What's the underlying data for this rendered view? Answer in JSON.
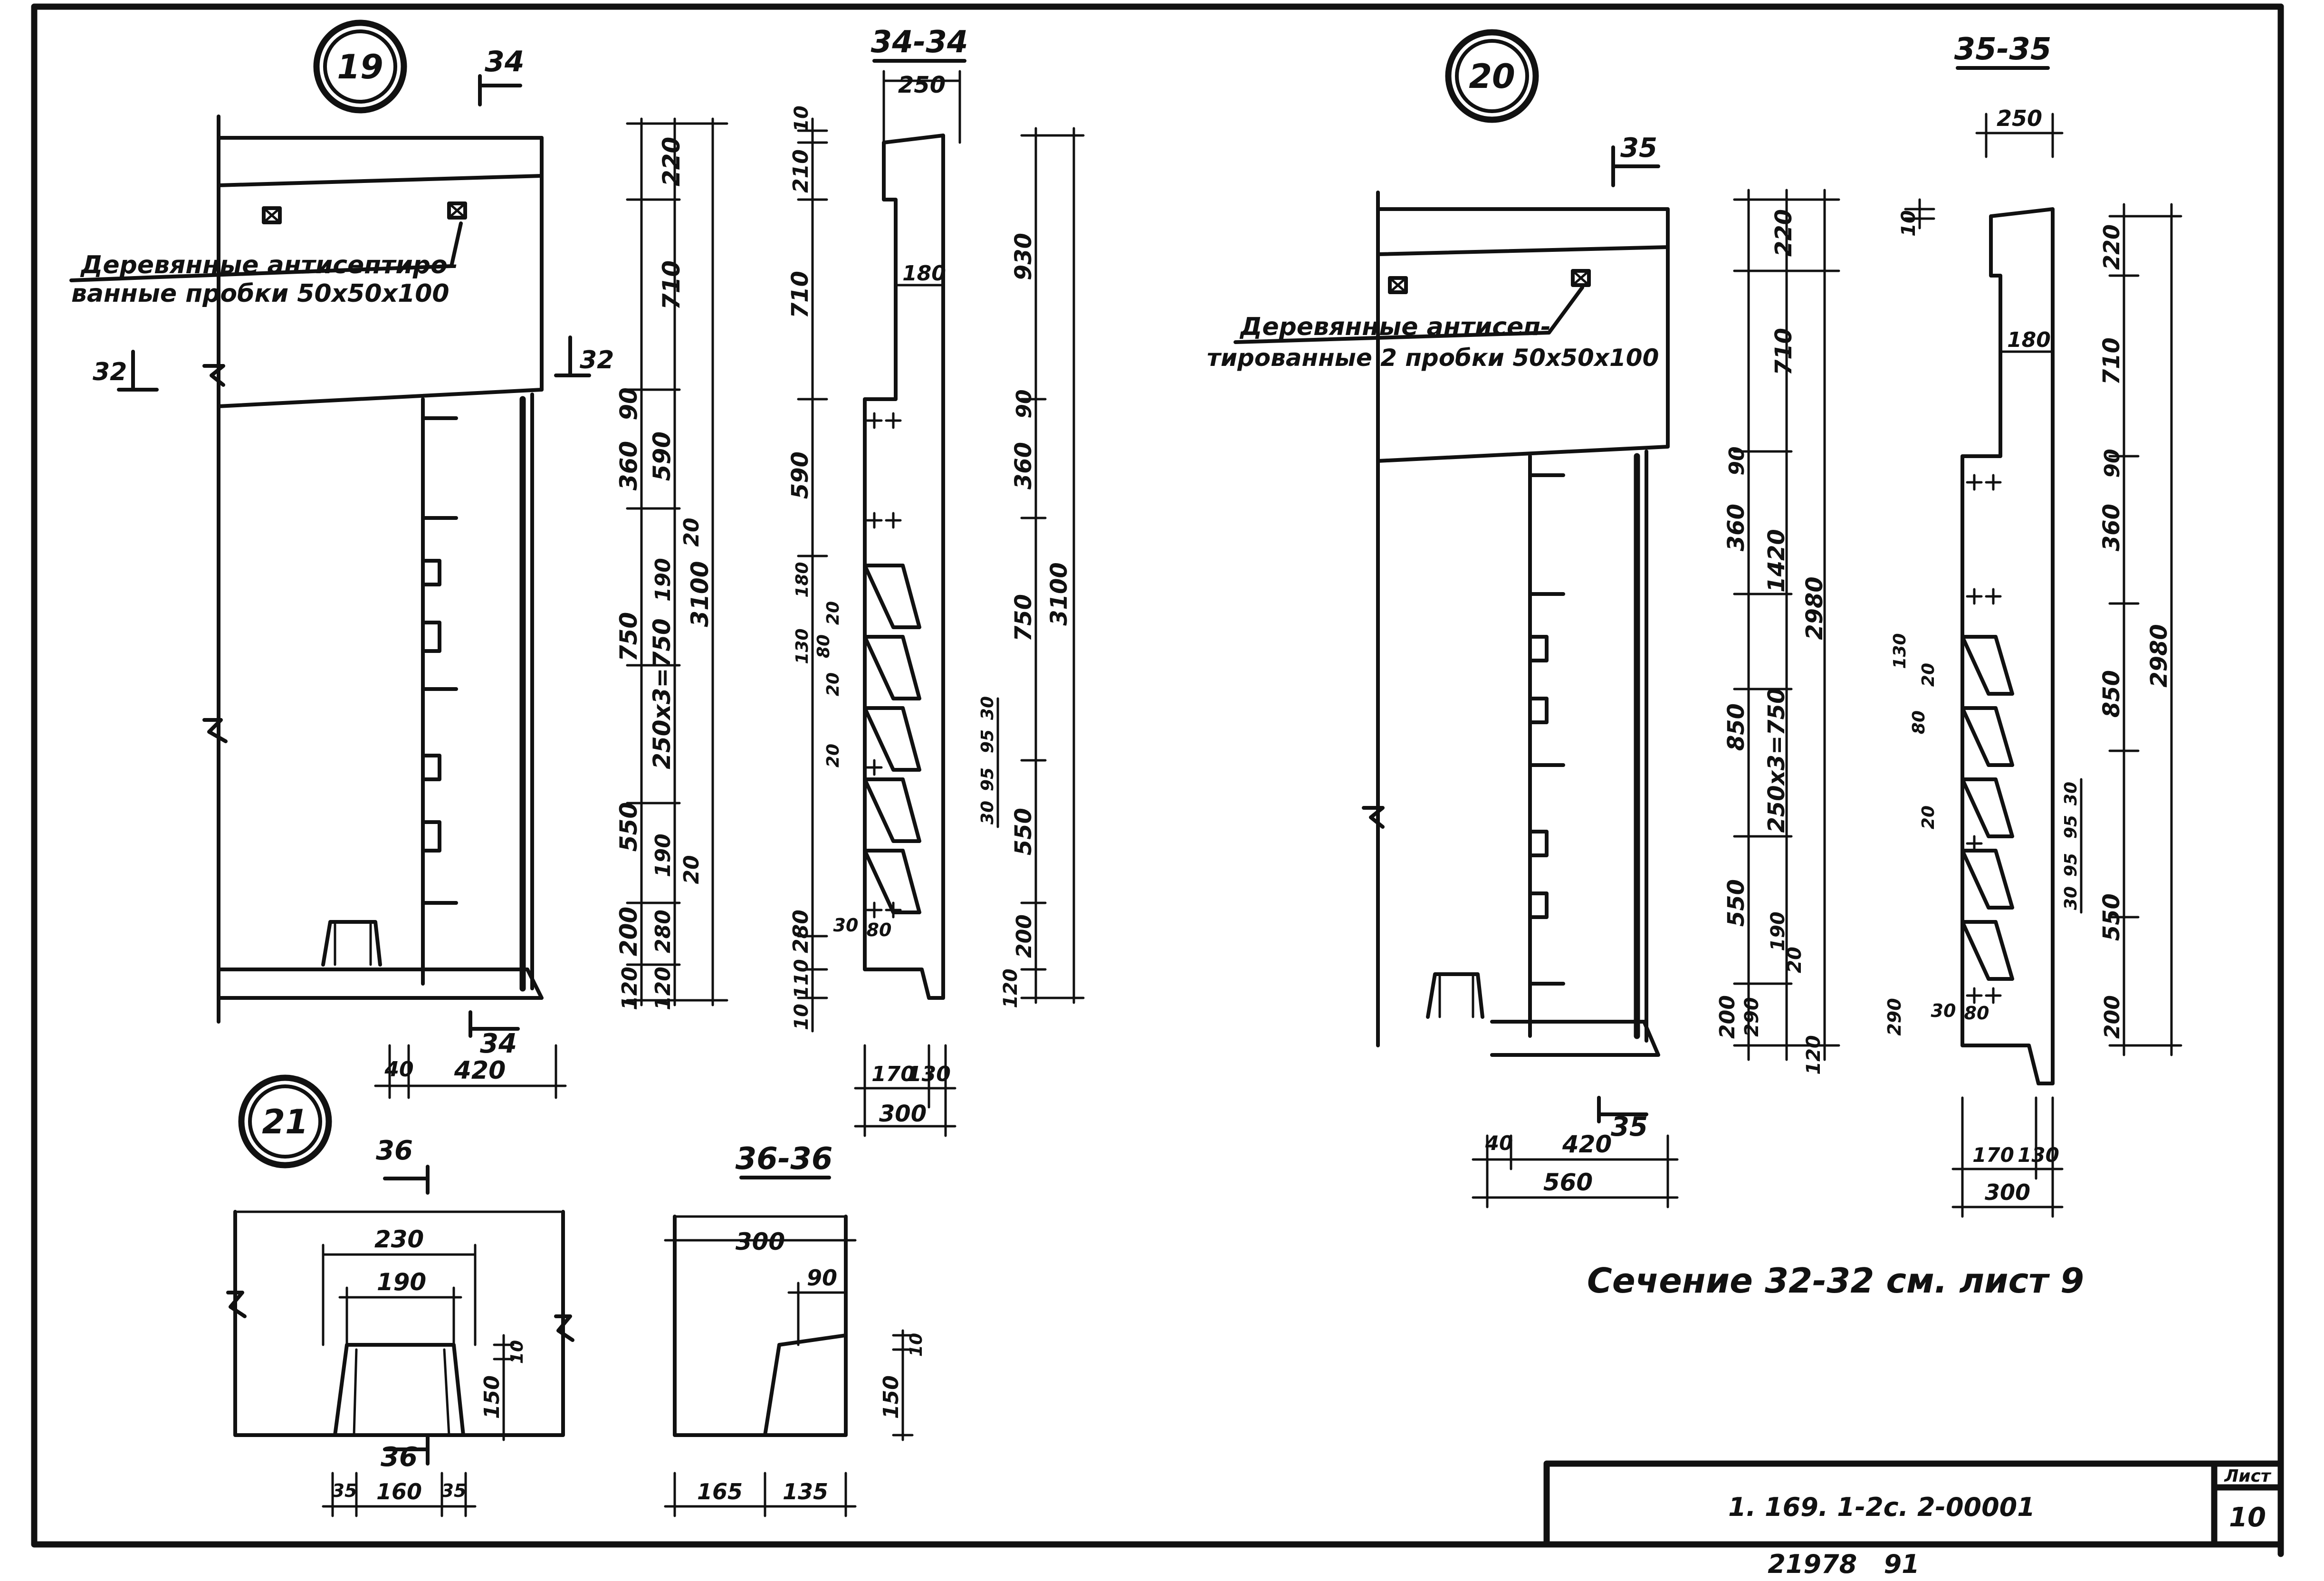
{
  "details": {
    "d19": {
      "number": "19",
      "cut_label": "34",
      "side_cut": "32",
      "note_line1": "Деревянные антисептиро-",
      "note_line2": "ванные пробки 50x50x100",
      "dims_a": [
        "220",
        "710",
        "90",
        "360",
        "590",
        "750",
        "550",
        "200",
        "120"
      ],
      "dims_b": [
        "190",
        "20",
        "250x3=750",
        "190",
        "20",
        "280",
        "120"
      ],
      "dims_total": "3100",
      "bottom_dims": [
        "40",
        "420"
      ]
    },
    "s3434": {
      "title": "34-34",
      "top_width": "250",
      "mid_width": "180",
      "left_dims": [
        "10",
        "210",
        "710",
        "590",
        "280",
        "110",
        "10"
      ],
      "rib_labels": [
        "180",
        "130",
        "80",
        "20",
        "20",
        "20",
        "30",
        "80"
      ],
      "right_dims": [
        "930",
        "90",
        "360",
        "750",
        "550",
        "200",
        "120"
      ],
      "right_total": "3100",
      "side_dims": [
        "30",
        "95",
        "95",
        "30"
      ],
      "bottom_dims": [
        "170",
        "130",
        "300"
      ]
    },
    "d20": {
      "number": "20",
      "cut_label": "35",
      "note_line1": "Деревянные антисеп-",
      "note_line2": "тированные 2 пробки 50x50x100",
      "dims_a": [
        "220",
        "710",
        "90",
        "360",
        "850",
        "550",
        "200"
      ],
      "dims_b": [
        "1420",
        "250x3=750",
        "190",
        "20",
        "290",
        "120"
      ],
      "dims_total": "2980",
      "bottom_dims": [
        "40",
        "420",
        "560"
      ]
    },
    "s3535": {
      "title": "35-35",
      "top_width": "250",
      "mid_width": "180",
      "top_dim": "10",
      "right_dims": [
        "220",
        "710",
        "90",
        "360",
        "850",
        "550",
        "200"
      ],
      "right_total": "2980",
      "rib_labels": [
        "130",
        "80",
        "20",
        "20",
        "30",
        "80",
        "290"
      ],
      "side_dims": [
        "30",
        "95",
        "95",
        "30"
      ],
      "bottom_dims": [
        "170",
        "130",
        "300"
      ]
    },
    "d21": {
      "number": "21",
      "cut_label": "36",
      "dims": [
        "230",
        "190",
        "150",
        "10",
        "35",
        "160",
        "35"
      ]
    },
    "s3636": {
      "title": "36-36",
      "dims": [
        "300",
        "90",
        "150",
        "10",
        "165",
        "135"
      ]
    }
  },
  "note": "Сечение 32-32 см. лист 9",
  "title_block": {
    "code": "1. 169. 1-2с. 2-00001",
    "sheet_label": "Лист",
    "sheet_number": "10",
    "footer": "21978   91"
  }
}
